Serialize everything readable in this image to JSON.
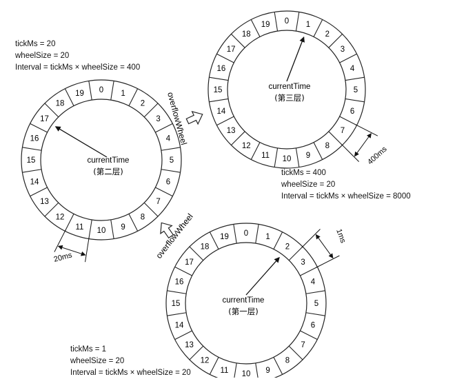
{
  "wheels": [
    {
      "id": "layer-2",
      "slots": [
        "0",
        "1",
        "2",
        "3",
        "4",
        "5",
        "6",
        "7",
        "8",
        "9",
        "10",
        "11",
        "12",
        "13",
        "14",
        "15",
        "16",
        "17",
        "18",
        "19"
      ],
      "pointer_slot": 17,
      "center_label": "currentTime",
      "layer_label": "(第二层)",
      "tick_span_label": "20ms",
      "info": [
        "tickMs = 20",
        "wheelSize = 20",
        "Interval = tickMs × wheelSize = 400"
      ]
    },
    {
      "id": "layer-3",
      "slots": [
        "0",
        "1",
        "2",
        "3",
        "4",
        "5",
        "6",
        "7",
        "8",
        "9",
        "10",
        "11",
        "12",
        "13",
        "14",
        "15",
        "16",
        "17",
        "18",
        "19"
      ],
      "pointer_slot": 1,
      "center_label": "currentTime",
      "layer_label": "(第三层)",
      "tick_span_label": "400ms",
      "info": [
        "tickMs = 400",
        "wheelSize = 20",
        "Interval = tickMs × wheelSize = 8000"
      ]
    },
    {
      "id": "layer-1",
      "slots": [
        "0",
        "1",
        "2",
        "3",
        "4",
        "5",
        "6",
        "7",
        "8",
        "9",
        "10",
        "11",
        "12",
        "13",
        "14",
        "15",
        "16",
        "17",
        "18",
        "19"
      ],
      "pointer_slot": 2,
      "center_label": "currentTime",
      "layer_label": "(第一层)",
      "tick_span_label": "1ms",
      "info": [
        "tickMs = 1",
        "wheelSize = 20",
        "Interval = tickMs × wheelSize = 20"
      ]
    }
  ],
  "overflow_labels": [
    "overflowWheel",
    "overflowWheel"
  ]
}
